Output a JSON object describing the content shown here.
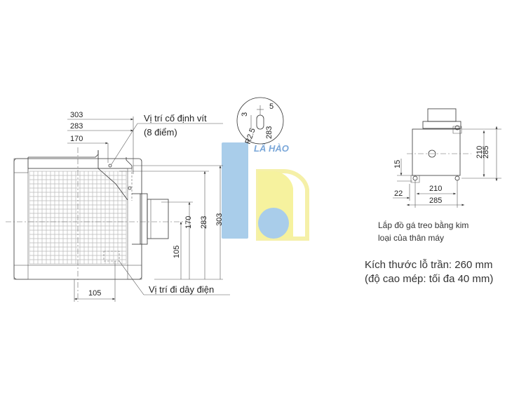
{
  "left_view": {
    "labels": {
      "screw_position": "Vị trí cố định vít",
      "screw_count": "(8 điểm)",
      "wiring_position": "Vị trí đi dây điện"
    },
    "dims": {
      "top_303": "303",
      "top_283": "283",
      "top_170": "170",
      "side_170": "170",
      "side_283": "283",
      "side_303": "303",
      "side_105": "105",
      "bottom_105": "105"
    }
  },
  "detail": {
    "d3": "3",
    "d5": "5",
    "r25": "R2.5",
    "d283": "283"
  },
  "watermark": {
    "text": "LÂ HÀO",
    "colors": {
      "blue": "#a9cdea",
      "yellow": "#f2ec92",
      "text_blue": "#7aa7d9"
    }
  },
  "right_view": {
    "dims": {
      "w210": "210",
      "w285": "285",
      "h210": "210",
      "h285": "285",
      "d15": "15",
      "d22": "22"
    },
    "caption_line1": "Lắp đồ gá treo bằng kim",
    "caption_line2": "loại của thân máy",
    "ceiling_line1": "Kích thước lỗ trần: 260 mm",
    "ceiling_line2": "(độ cao mép: tối đa 40 mm)"
  }
}
